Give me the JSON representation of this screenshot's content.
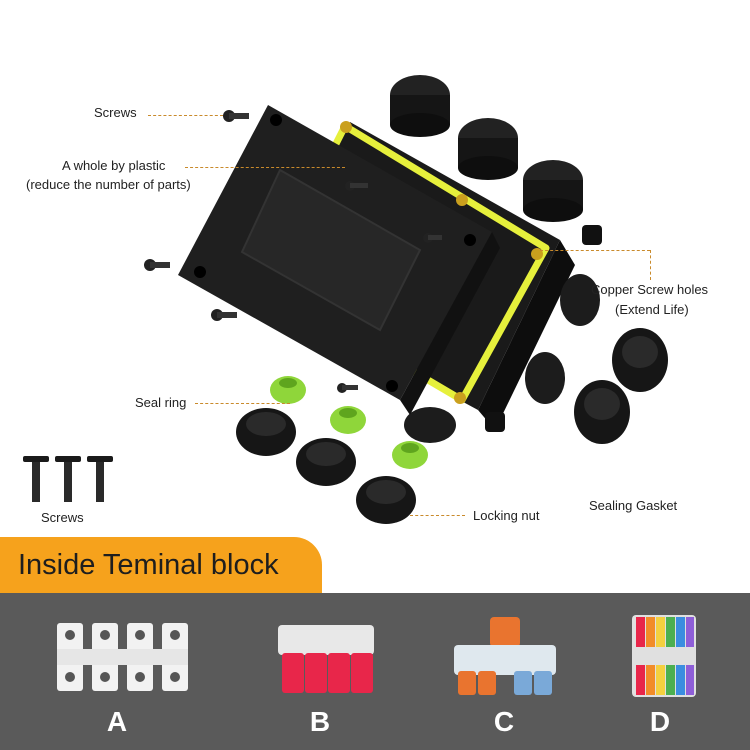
{
  "callouts": {
    "screws_top": "Screws",
    "plastic_line1": "A whole by plastic",
    "plastic_line2": "(reduce the number of parts)",
    "copper_line1": "Copper Screw holes",
    "copper_line2": "(Extend Life)",
    "seal_ring": "Seal ring",
    "sealing_gasket": "Sealing Gasket",
    "locking_nut": "Locking nut",
    "screws_bottom": "Screws"
  },
  "banner": {
    "title": "Inside Teminal block"
  },
  "terminal_blocks": [
    {
      "label": "A"
    },
    {
      "label": "B"
    },
    {
      "label": "C"
    },
    {
      "label": "D"
    }
  ],
  "colors": {
    "accent_orange": "#f6a21c",
    "gasket_yellow": "#e6f03c",
    "seal_green": "#8fd63a",
    "panel_gray": "#5a5a5a",
    "leader_line": "#c98a2b"
  }
}
